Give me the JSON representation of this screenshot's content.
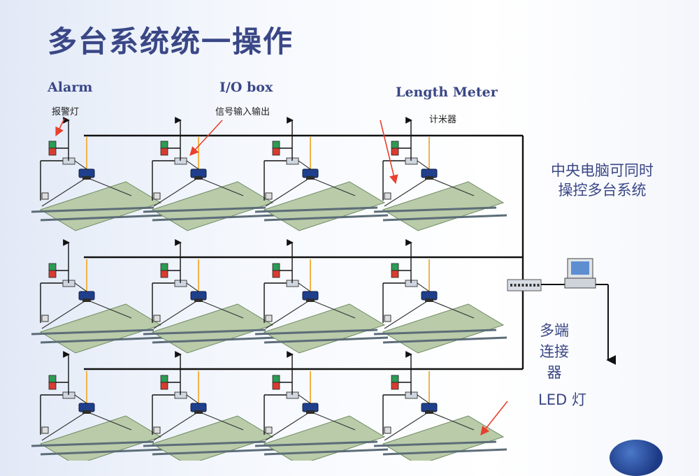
{
  "title": "多台系统统一操作",
  "labels": {
    "alarm_en": "Alarm",
    "alarm_cn": "报警灯",
    "io_en": "I/O box",
    "io_cn": "信号输入输出",
    "meter_en": "Length Meter",
    "meter_cn": "计米器",
    "central_line1": "中央电脑可同时",
    "central_line2": "操控多台系统",
    "hub_line1": "多端",
    "hub_line2": "连接",
    "hub_line3": "器",
    "led": "LED 灯"
  },
  "grid": {
    "rows": 3,
    "cols": 4
  },
  "colors": {
    "text_blue": "#3a4786",
    "callout_red": "#e8412d",
    "table_green": "#b9cba9",
    "camera_blue": "#1f3f8c",
    "alarm_red": "#d83c2f",
    "alarm_green": "#2e9a54",
    "light_beam": "#f2b349"
  }
}
